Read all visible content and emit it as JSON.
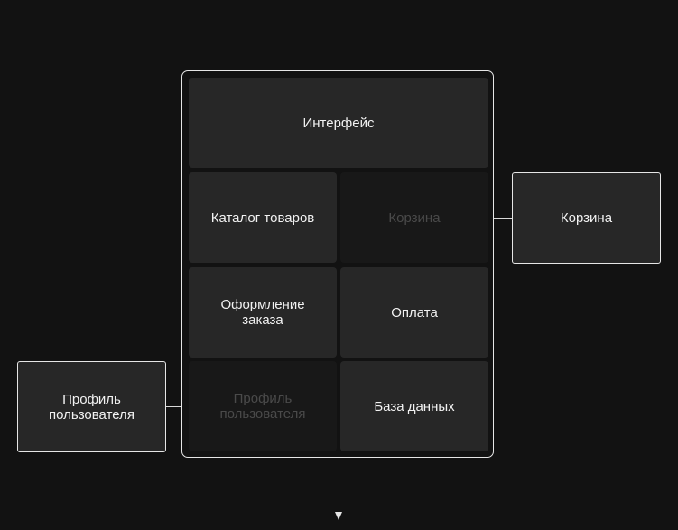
{
  "diagram": {
    "container": {
      "interface": "Интерфейс",
      "catalog": "Каталог товаров",
      "cart_placeholder": "Корзина",
      "checkout": "Оформление\nзаказа",
      "payment": "Оплата",
      "profile_placeholder": "Профиль\nпользователя",
      "database": "База данных"
    },
    "external": {
      "cart": "Корзина",
      "profile": "Профиль\nпользователя"
    }
  },
  "colors": {
    "background": "#121212",
    "tile": "#272727",
    "ghost_tile": "#181818",
    "border": "#e6e6e6"
  }
}
